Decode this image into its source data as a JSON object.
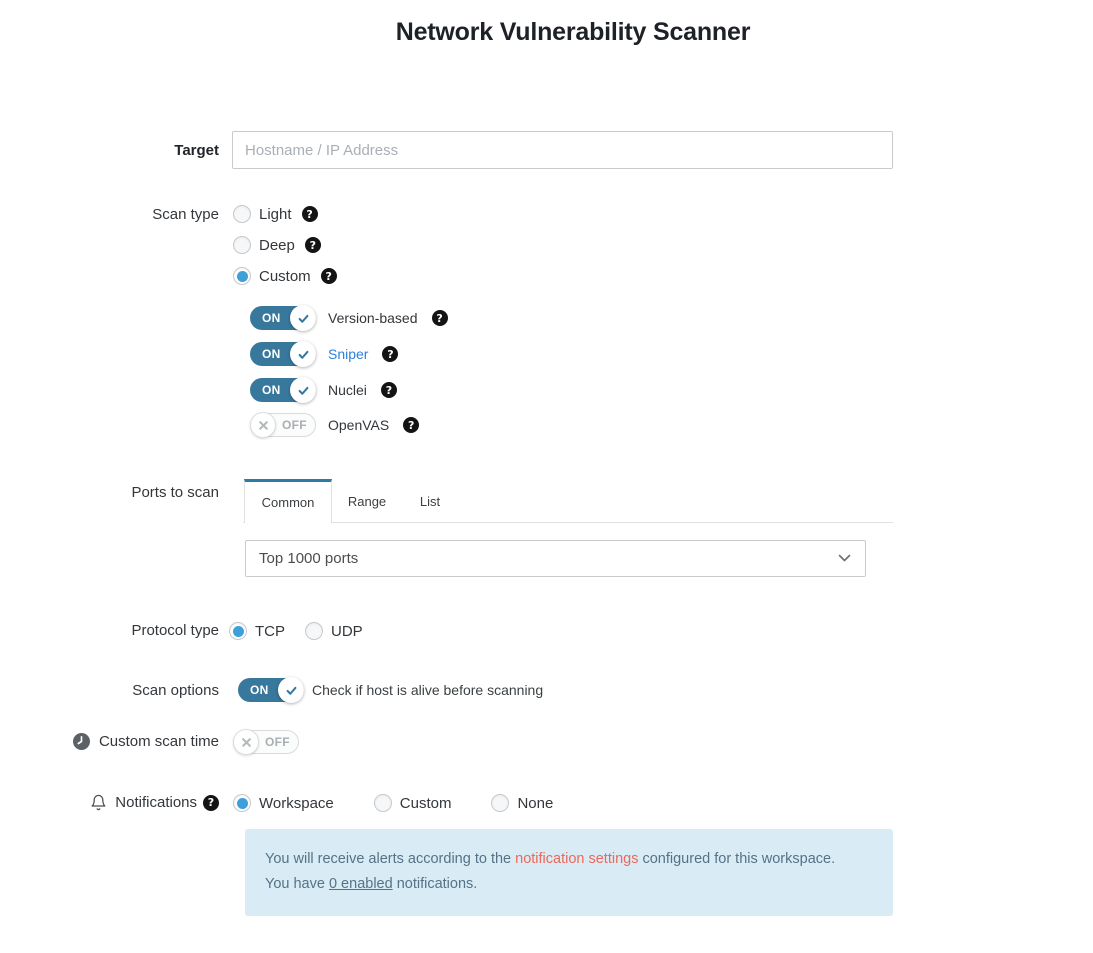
{
  "title": "Network Vulnerability Scanner",
  "icons": {
    "help": "?"
  },
  "target": {
    "label": "Target",
    "placeholder": "Hostname / IP Address"
  },
  "scan_type": {
    "label": "Scan type",
    "options": [
      {
        "label": "Light",
        "selected": false
      },
      {
        "label": "Deep",
        "selected": false
      },
      {
        "label": "Custom",
        "selected": true
      }
    ],
    "tools": [
      {
        "label": "Version-based",
        "state": "ON"
      },
      {
        "label": "Sniper",
        "state": "ON"
      },
      {
        "label": "Nuclei",
        "state": "ON"
      },
      {
        "label": "OpenVAS",
        "state": "OFF"
      }
    ]
  },
  "ports": {
    "label": "Ports to scan",
    "tabs": [
      {
        "label": "Common",
        "active": true
      },
      {
        "label": "Range",
        "active": false
      },
      {
        "label": "List",
        "active": false
      }
    ],
    "selected_option": "Top 1000 ports"
  },
  "protocol": {
    "label": "Protocol type",
    "options": [
      {
        "label": "TCP",
        "selected": true
      },
      {
        "label": "UDP",
        "selected": false
      }
    ]
  },
  "scan_options": {
    "label": "Scan options",
    "toggle": {
      "state": "ON",
      "label": "Check if host is alive before scanning"
    }
  },
  "custom_scan_time": {
    "label": "Custom scan time",
    "toggle": {
      "state": "OFF"
    }
  },
  "notifications": {
    "label": "Notifications",
    "options": [
      {
        "label": "Workspace",
        "selected": true
      },
      {
        "label": "Custom",
        "selected": false
      },
      {
        "label": "None",
        "selected": false
      }
    ],
    "info": {
      "part1": "You will receive alerts according to the ",
      "link1": "notification settings",
      "part2": " configured for this workspace.",
      "part3": "You have ",
      "link2": "0 enabled",
      "part4": " notifications."
    }
  },
  "colors": {
    "toggle_on": "#38789d",
    "radio_selected": "#3f9fd9",
    "tab_active_border": "#2e7ca6",
    "link_blue": "#2f80dd",
    "info_bg": "#d9ecf6",
    "info_text": "#557286",
    "info_link_salmon": "#ed685a"
  }
}
